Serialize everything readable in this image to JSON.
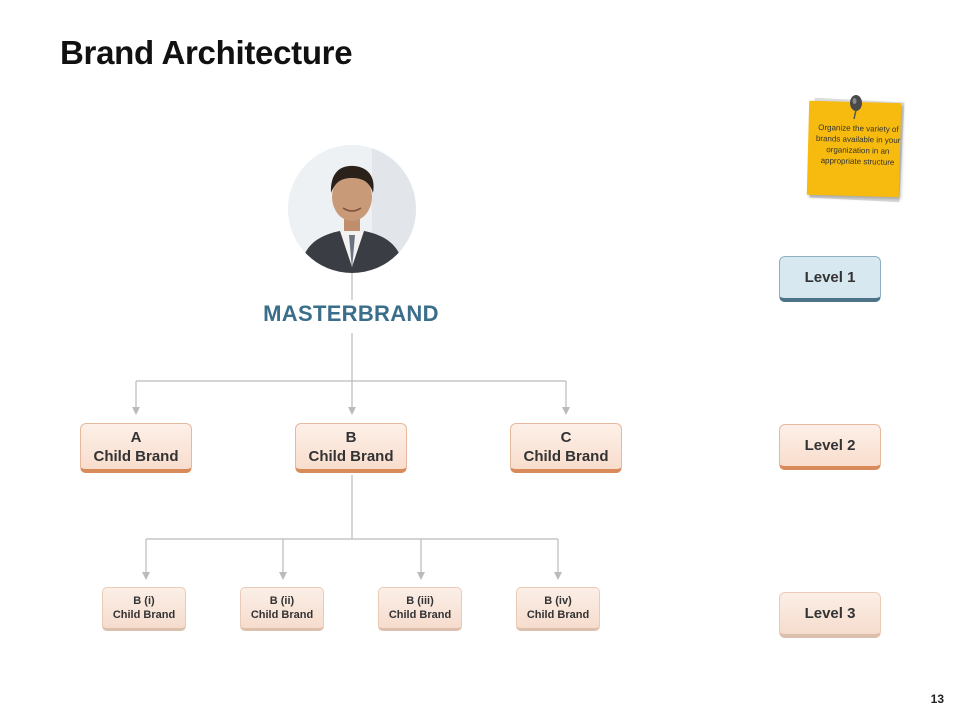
{
  "title": "Brand Architecture",
  "masterbrand": {
    "label": "MASTERBRAND"
  },
  "level2": [
    {
      "letter": "A",
      "label": "Child Brand"
    },
    {
      "letter": "B",
      "label": "Child Brand"
    },
    {
      "letter": "C",
      "label": "Child Brand"
    }
  ],
  "level3": [
    {
      "letter": "B (i)",
      "label": "Child Brand"
    },
    {
      "letter": "B (ii)",
      "label": "Child Brand"
    },
    {
      "letter": "B (iii)",
      "label": "Child Brand"
    },
    {
      "letter": "B (iv)",
      "label": "Child Brand"
    }
  ],
  "levels": [
    "Level 1",
    "Level 2",
    "Level 3"
  ],
  "note": {
    "text": "Organize the variety of brands available in your organization in an appropriate structure"
  },
  "page_number": "13",
  "colors": {
    "masterbrand_text": "#3b6e8a",
    "level1_fill": "#d8e8f0",
    "child_fill": "#f8ddcd",
    "child_border": "#d98a5a",
    "note_fill": "#f6bb0e",
    "connector": "#bbbbbb"
  }
}
